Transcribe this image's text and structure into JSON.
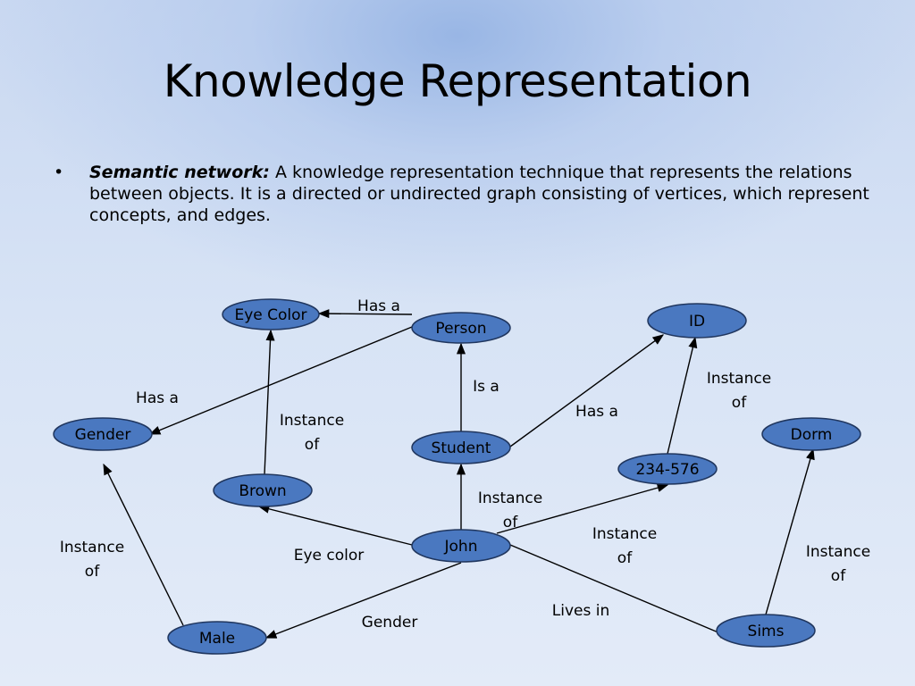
{
  "slide": {
    "title": "Knowledge Representation",
    "bullet": {
      "marker": "•",
      "term": "Semantic network:",
      "text": " A knowledge representation technique that represents the relations between objects. It is a directed or undirected graph consisting of vertices, which represent concepts, and edges."
    }
  },
  "colors": {
    "node_fill": "#4a78c0",
    "node_stroke": "#20365e",
    "edge": "#000000"
  },
  "diagram": {
    "nodes": [
      {
        "id": "eye-color",
        "label": "Eye Color"
      },
      {
        "id": "person",
        "label": "Person"
      },
      {
        "id": "id",
        "label": "ID"
      },
      {
        "id": "gender",
        "label": "Gender"
      },
      {
        "id": "student",
        "label": "Student"
      },
      {
        "id": "dorm",
        "label": "Dorm"
      },
      {
        "id": "num",
        "label": "234-576"
      },
      {
        "id": "brown",
        "label": "Brown"
      },
      {
        "id": "john",
        "label": "John"
      },
      {
        "id": "male",
        "label": "Male"
      },
      {
        "id": "sims",
        "label": "Sims"
      }
    ],
    "edges": [
      {
        "from": "person",
        "to": "eye-color",
        "label": [
          "Has a"
        ]
      },
      {
        "from": "person",
        "to": "gender",
        "label": [
          "Has a"
        ]
      },
      {
        "from": "student",
        "to": "person",
        "label": [
          "Is a"
        ]
      },
      {
        "from": "student",
        "to": "id",
        "label": [
          "Has a"
        ]
      },
      {
        "from": "num",
        "to": "id",
        "label": [
          "Instance",
          "of"
        ]
      },
      {
        "from": "brown",
        "to": "eye-color",
        "label": [
          "Instance",
          "of"
        ]
      },
      {
        "from": "john",
        "to": "student",
        "label": [
          "Instance",
          "of"
        ]
      },
      {
        "from": "john",
        "to": "num",
        "label": [
          "Instance",
          "of"
        ]
      },
      {
        "from": "john",
        "to": "brown",
        "label": [
          "Eye color"
        ]
      },
      {
        "from": "john",
        "to": "male",
        "label": [
          "Gender"
        ]
      },
      {
        "from": "john",
        "to": "sims",
        "label": [
          "Lives in"
        ]
      },
      {
        "from": "male",
        "to": "gender",
        "label": [
          "Instance",
          "of"
        ]
      },
      {
        "from": "sims",
        "to": "dorm",
        "label": [
          "Instance",
          "of"
        ]
      }
    ]
  }
}
